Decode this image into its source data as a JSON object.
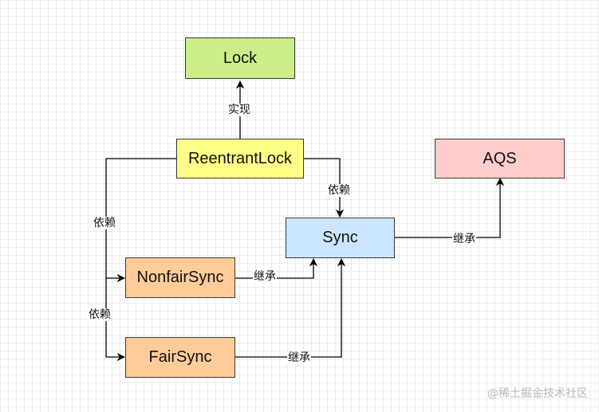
{
  "nodes": {
    "lock": {
      "label": "Lock",
      "fill": "#ccee88"
    },
    "reentrant": {
      "label": "ReentrantLock",
      "fill": "#ffff88"
    },
    "aqs": {
      "label": "AQS",
      "fill": "#ffcccc"
    },
    "sync": {
      "label": "Sync",
      "fill": "#cce5ff"
    },
    "nonfair": {
      "label": "NonfairSync",
      "fill": "#ffcc99"
    },
    "fair": {
      "label": "FairSync",
      "fill": "#ffcc99"
    }
  },
  "edge_labels": {
    "implements": "实现",
    "depends_sync": "依赖",
    "depends_nonfair": "依赖",
    "depends_fair": "依赖",
    "extends_nonfair": "继承",
    "extends_fair": "继承",
    "extends_aqs": "继承"
  },
  "watermark": "@稀土掘金技术社区",
  "colors": {
    "stroke": "#000000",
    "border": "#3a3a3a"
  }
}
